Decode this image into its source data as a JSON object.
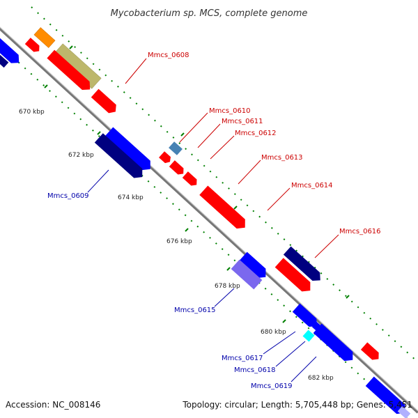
{
  "title": "Mycobacterium sp. MCS, complete genome",
  "footer": {
    "accession": "Accession: NC_008146",
    "summary": "Topology: circular; Length: 5,705,448 bp; Genes: 5,451"
  },
  "colors": {
    "forward": "#ff0000",
    "reverse": "#0000ff",
    "navy": "#000080",
    "khaki": "#bdb76b",
    "orange": "#ff8c00",
    "steel": "#4682b4",
    "slate": "#6a5acd",
    "cyan": "#00ffff",
    "backbone": "#808080",
    "gc_dots": "#008000",
    "forward_label": "#cc0000",
    "reverse_label": "#0000aa"
  },
  "ruler": {
    "ticks": [
      {
        "label": "670 kbp"
      },
      {
        "label": "672 kbp"
      },
      {
        "label": "674 kbp"
      },
      {
        "label": "676 kbp"
      },
      {
        "label": "678 kbp"
      },
      {
        "label": "680 kbp"
      },
      {
        "label": "682 kbp"
      }
    ]
  },
  "gene_labels": {
    "forward": [
      {
        "name": "Mmcs_0608"
      },
      {
        "name": "Mmcs_0610"
      },
      {
        "name": "Mmcs_0611"
      },
      {
        "name": "Mmcs_0612"
      },
      {
        "name": "Mmcs_0613"
      },
      {
        "name": "Mmcs_0614"
      },
      {
        "name": "Mmcs_0616"
      }
    ],
    "reverse": [
      {
        "name": "Mmcs_0609"
      },
      {
        "name": "Mmcs_0615"
      },
      {
        "name": "Mmcs_0617"
      },
      {
        "name": "Mmcs_0618"
      },
      {
        "name": "Mmcs_0619"
      }
    ]
  }
}
